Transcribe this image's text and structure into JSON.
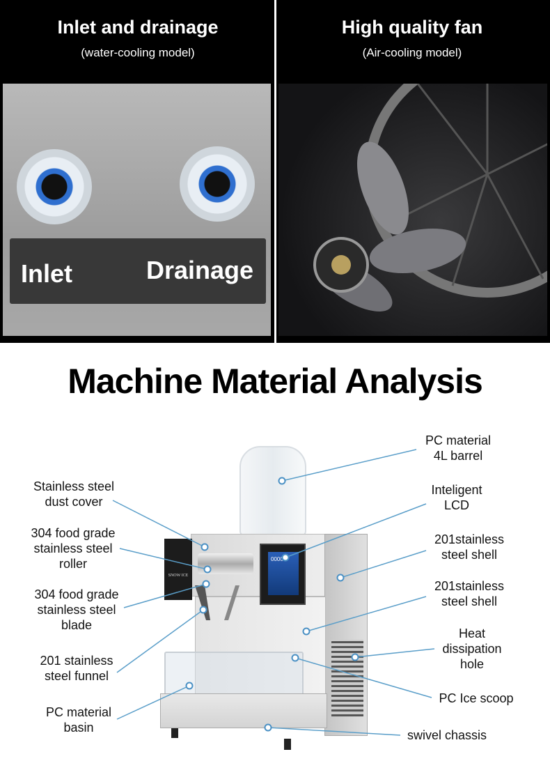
{
  "top_left": {
    "title": "Inlet and drainage",
    "subtitle": "(water-cooling model)",
    "inlet_label": "Inlet",
    "drainage_label": "Drainage"
  },
  "top_right": {
    "title": "High quality fan",
    "subtitle": "(Air-cooling model)"
  },
  "main_title": "Machine Material Analysis",
  "machine": {
    "brand": "SNOW ICE",
    "lcd_readout": "0000"
  },
  "callouts": [
    {
      "text": "PC material\n4L barrel"
    },
    {
      "text": "Stainless steel\ndust cover"
    },
    {
      "text": "304 food grade\nstainless steel\nroller"
    },
    {
      "text": "304 food grade\nstainless steel\nblade"
    },
    {
      "text": "201 stainless\nsteel funnel"
    },
    {
      "text": "PC material\nbasin"
    },
    {
      "text": "Inteligent\nLCD"
    },
    {
      "text": "201stainless\nsteel shell"
    },
    {
      "text": "201stainless\nsteel shell"
    },
    {
      "text": "Heat\ndissipation\nhole"
    },
    {
      "text": "PC Ice scoop"
    },
    {
      "text": "swivel chassis"
    }
  ],
  "colors": {
    "leader_line": "#5a9ec9",
    "label_box": "#383838"
  }
}
